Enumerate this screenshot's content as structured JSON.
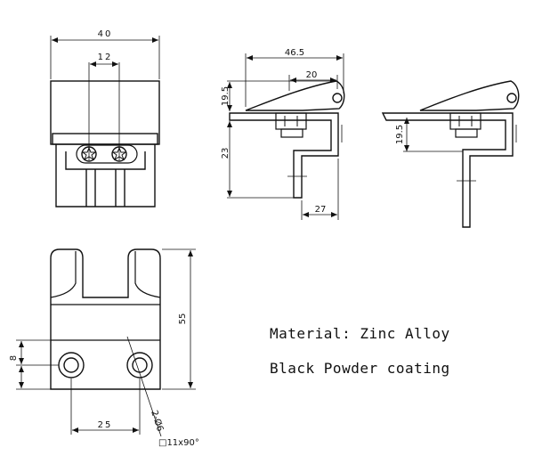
{
  "front_view": {
    "width": "40",
    "spacing": "12"
  },
  "side_view": {
    "length": "46.5",
    "offset": "20",
    "height_top": "19.5",
    "height_body": "23",
    "base": "27"
  },
  "side_view_alt": {
    "height": "19.5"
  },
  "bottom_view": {
    "height": "55",
    "hole_offset": "8",
    "hole_pitch": "25",
    "hole_spec": "2-Ø6",
    "countersink": "□11x90°"
  },
  "notes": {
    "material": "Material: Zinc Alloy",
    "finish": "Black Powder coating"
  }
}
